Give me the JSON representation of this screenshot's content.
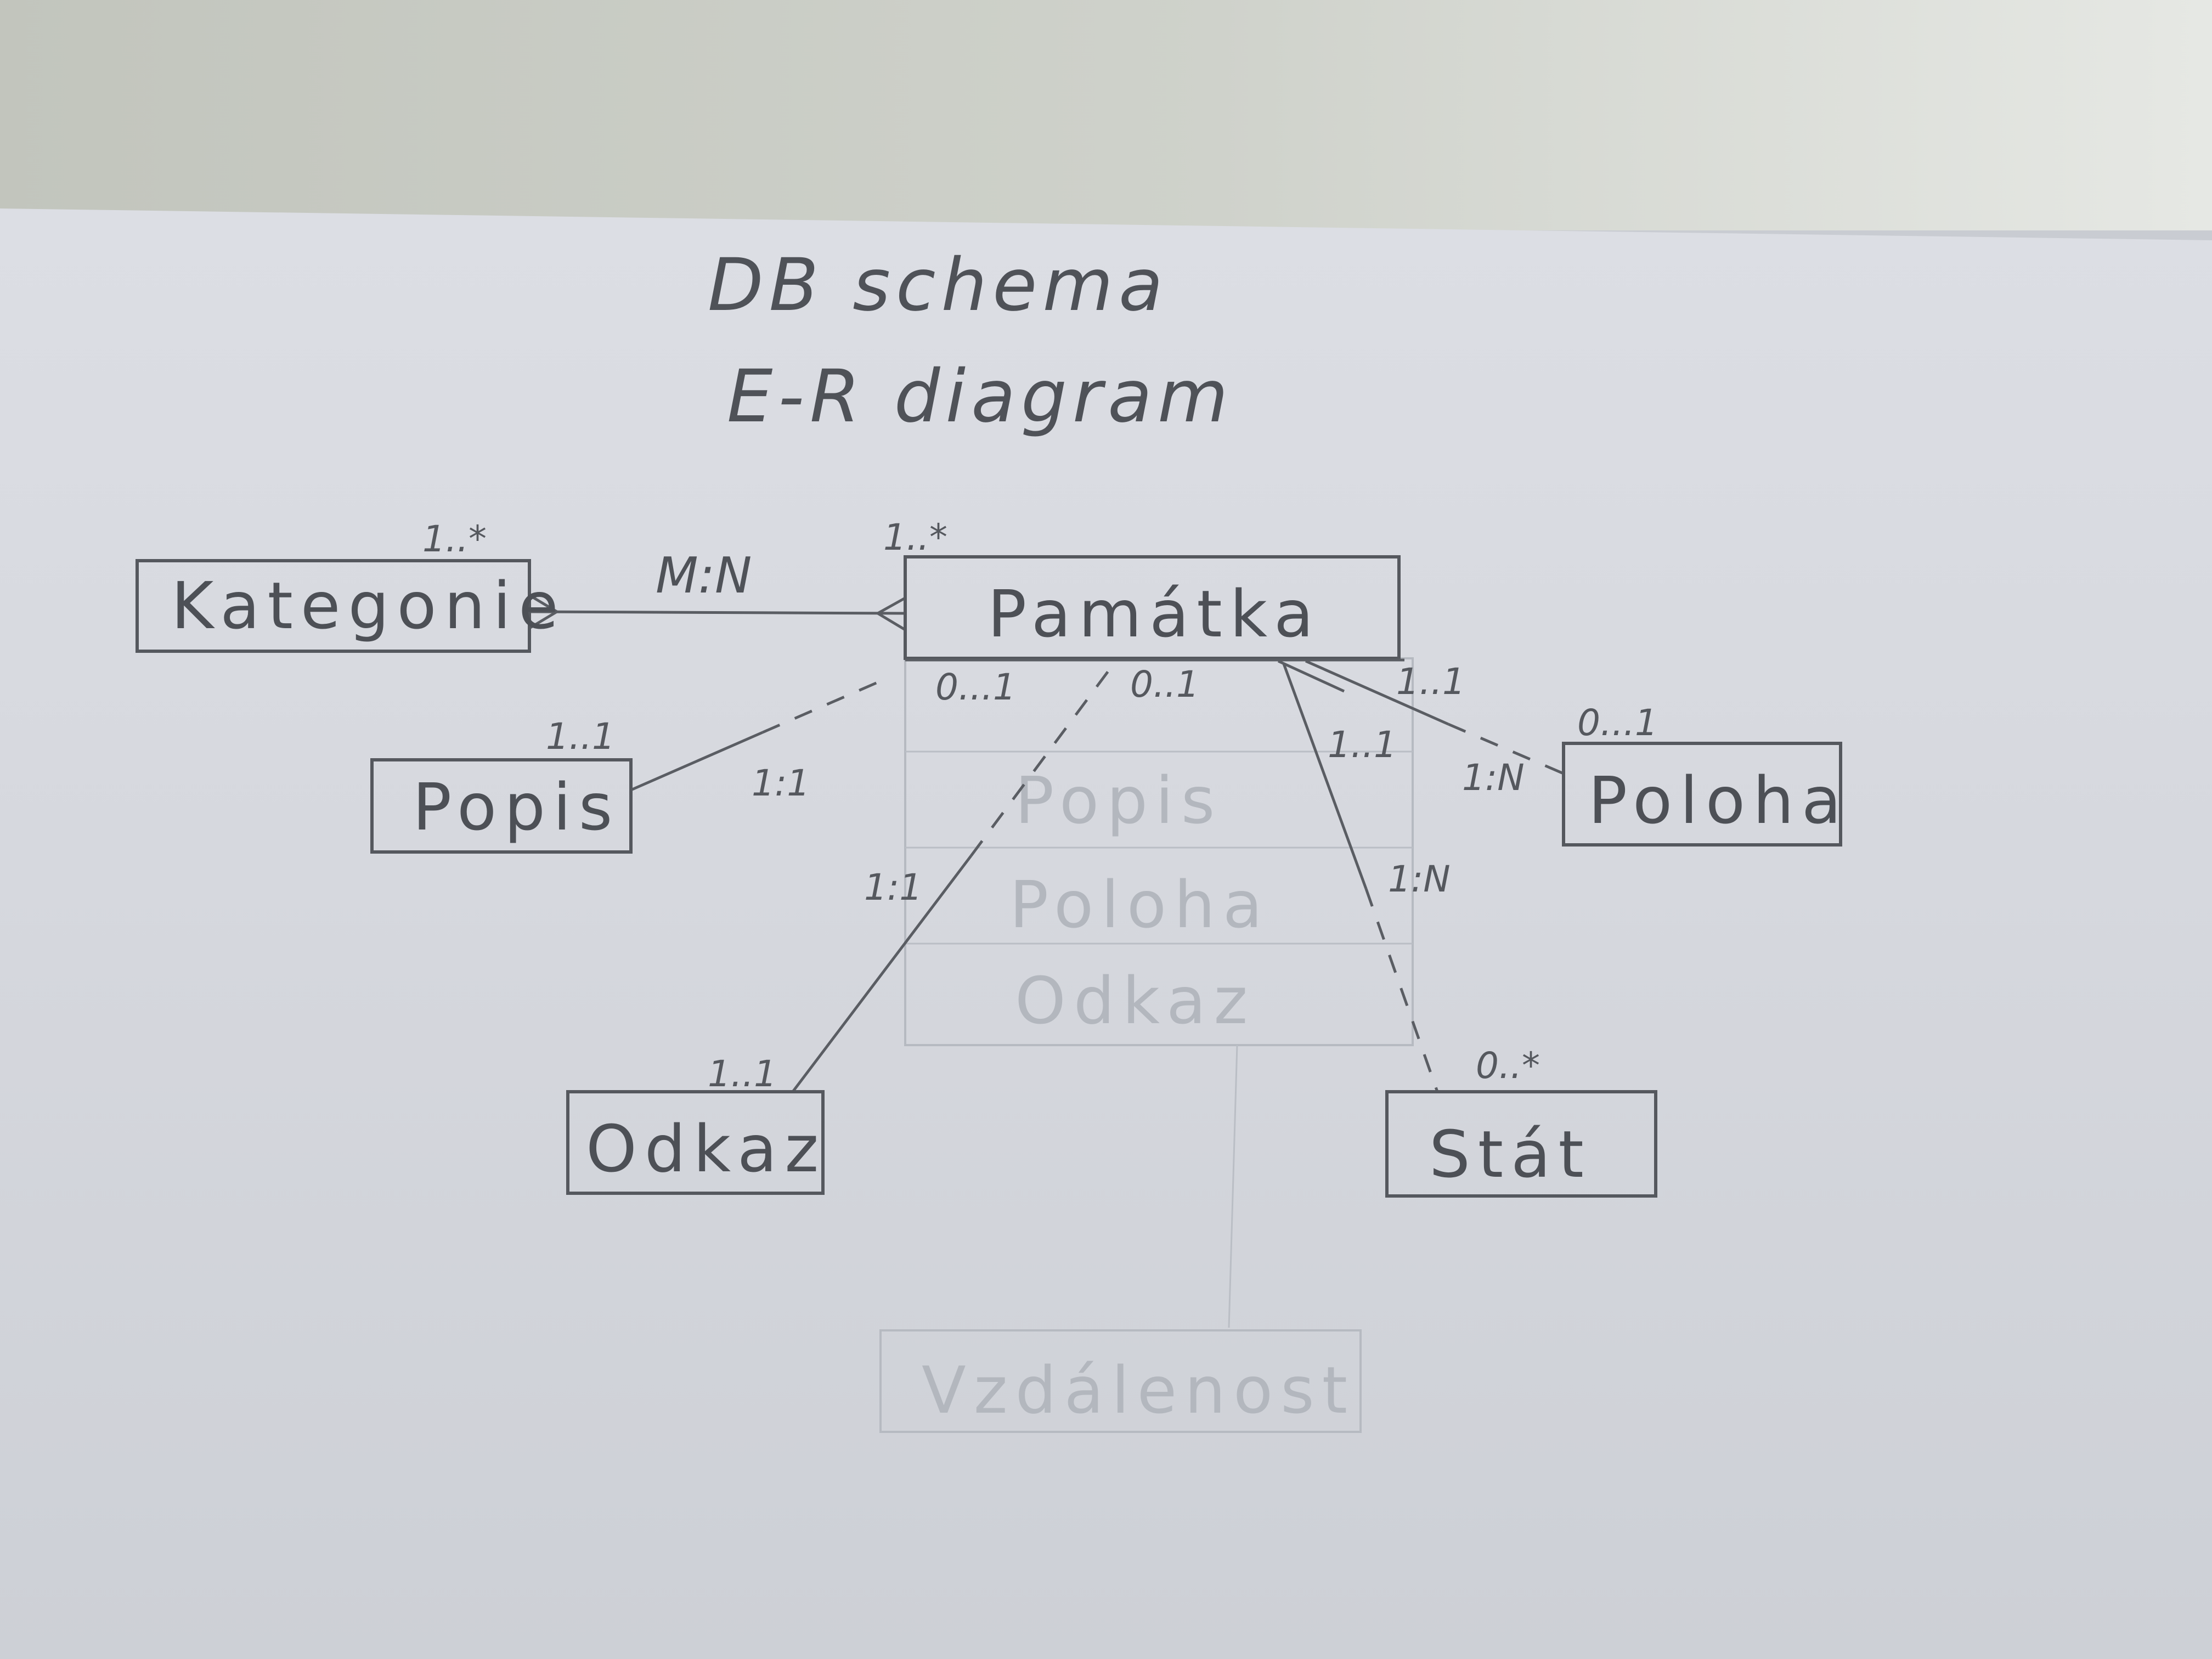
{
  "title": {
    "line1": "DB schema",
    "line2": "E-R diagram"
  },
  "entities": {
    "kategorie": "Kategonie",
    "pamatka": "Památka",
    "popis": "Popis",
    "poloha": "Poloha",
    "odkaz": "Odkaz",
    "stat": "Stát",
    "vzdalenost": "Vzdálenost"
  },
  "faint_attributes": [
    "Popis",
    "Poloha",
    "Odkaz"
  ],
  "relationships": {
    "kategorie_pamatka": {
      "type": "M:N",
      "kategorie_mult": "1..*",
      "pamatka_mult": "1..*"
    },
    "popis_pamatka": {
      "type": "1:1",
      "popis_mult": "1..1",
      "pamatka_mult": "0...1"
    },
    "odkaz_pamatka": {
      "type": "1:1",
      "odkaz_mult": "1..1",
      "pamatka_mult": "0..1"
    },
    "stat_pamatka": {
      "type": "1:N",
      "pamatka_mult": "1..1",
      "stat_mult": "0..*"
    },
    "poloha_pamatka": {
      "type": "1:N",
      "pamatka_mult": "1..1",
      "poloha_mult": "0...1"
    }
  }
}
